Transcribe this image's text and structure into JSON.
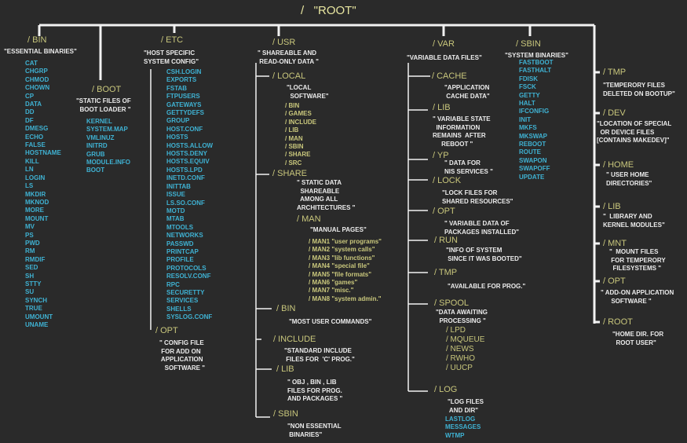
{
  "root": {
    "title": "/   \"ROOT\""
  },
  "bin": {
    "name": "/ BIN",
    "desc": "\"ESSENTIAL BINARIES\"",
    "items": [
      "CAT",
      "CHGRP",
      "CHMOD",
      "CHOWN",
      "CP",
      "DATA",
      "DD",
      "DF",
      "DMESG",
      "ECHO",
      "FALSE",
      "HOSTNAME",
      "KILL",
      "LN",
      "LOGIN",
      "LS",
      "MKDIR",
      "MKNOD",
      "MORE",
      "MOUNT",
      "MV",
      "PS",
      "PWD",
      "RM",
      "RMDIF",
      "SED",
      "SH",
      "STTY",
      "SU",
      "SYNCH",
      "TRUE",
      "UMOUNT",
      "UNAME"
    ]
  },
  "boot": {
    "name": "/ BOOT",
    "desc": "\"STATIC FILES OF\n  BOOT LOADER \"",
    "items": [
      "KERNEL",
      "SYSTEM.MAP",
      "VMLINUZ",
      "INITRD",
      "GRUB",
      "MODULE.INFO",
      "BOOT"
    ]
  },
  "etc": {
    "name": "/ ETC",
    "desc": "\"HOST SPECIFIC\nSYSTEM CONFIG\"",
    "items": [
      "CSH.LOGIN",
      "EXPORTS",
      "FSTAB",
      "FTPUSERS",
      "GATEWAYS",
      "GETTYDEFS",
      "GROUP",
      "HOST.CONF",
      "HOSTS",
      "HOSTS.ALLOW",
      "HOSTS.DENY",
      "HOSTS.EQUIV",
      "HOSTS.LPD",
      "INETD.CONF",
      "INITTAB",
      "ISSUE",
      "LS.SO.CONF",
      "MOTD",
      "MTAB",
      "MTOOLS",
      "NETWORKS",
      "PASSWD",
      "PRINTCAP",
      "PROFILE",
      "PROTOCOLS",
      "RESOLV.CONF",
      "RPC",
      "SECURETTY",
      "SERVICES",
      "SHELLS",
      "SYSLOG.CONF"
    ],
    "opt": {
      "name": "/ OPT",
      "desc": "\" CONFIG FILE\n FOR ADD ON\n APPLICATION\n   SOFTWARE \""
    }
  },
  "usr": {
    "name": "/ USR",
    "desc": "\" SHAREABLE AND\n READ-ONLY DATA \"",
    "local": {
      "name": "/ LOCAL",
      "desc": "\"LOCAL\n  SOFTWARE\"",
      "items": [
        "/ BIN",
        "/ GAMES",
        "/ INCLUDE",
        "/ LIB",
        "/ MAN",
        "/ SBIN",
        "/ SHARE",
        "/ SRC"
      ]
    },
    "share": {
      "name": "/ SHARE",
      "desc": "\" STATIC DATA\n  SHAREABLE\n  AMONG ALL\nARCHITECTURES \"",
      "man": {
        "name": "/ MAN",
        "desc": "\"MANUAL PAGES\"",
        "items": [
          "/ MAN1 \"user programs\"",
          "/ MAN2 \"system calls\"",
          "/ MAN3 \"lib functions\"",
          "/ MAN4 \"special file\"",
          "/ MAN5 \"file formats\"",
          "/ MAN6 \"games\"",
          "/ MAN7 \"misc.\"",
          "/ MAN8 \"system admin.\""
        ]
      }
    },
    "bin": {
      "name": "/ BIN",
      "desc": "\"MOST USER COMMANDS\""
    },
    "include": {
      "name": "/ INCLUDE",
      "desc": "\"STANDARD INCLUDE\n FILES FOR  'C' PROG.\""
    },
    "lib": {
      "name": "/ LIB",
      "desc": "\" OBJ , BIN , LIB\nFILES FOR PROG.\nAND PACKAGES \""
    },
    "sbin": {
      "name": "/ SBIN",
      "desc": "\"NON ESSENTIAL\n BINARIES\""
    }
  },
  "var": {
    "name": "/ VAR",
    "desc": "\"VARIABLE DATA FILES\"",
    "cache": {
      "name": "/ CACHE",
      "desc": "\"APPLICATION\n CACHE DATA\""
    },
    "lib": {
      "name": "/ LIB",
      "desc": "\" VARIABLE STATE\n  INFORMATION\nREMAINS  AFTER\n     REBOOT \""
    },
    "yp": {
      "name": "/ YP",
      "desc": "\" DATA FOR\nNIS SERVICES \""
    },
    "lock": {
      "name": "/ LOCK",
      "desc": "\"LOCK FILES FOR\nSHARED RESOURCES\""
    },
    "opt": {
      "name": "/ OPT",
      "desc": "\" VARIABLE DATA OF\nPACKAGES INSTALLED\""
    },
    "run": {
      "name": "/ RUN",
      "desc": "\"INFO OF SYSTEM\n SINCE IT WAS BOOTED\""
    },
    "tmp": {
      "name": "/ TMP",
      "desc": "\"AVAILABLE FOR PROG.\""
    },
    "spool": {
      "name": "/ SPOOL",
      "desc": "\"DATA AWAITING\n  PROCESSING \"",
      "items": [
        "/ LPD",
        "/ MQUEUE",
        "/ NEWS",
        "/ RWHO",
        "/ UUCP"
      ]
    },
    "log": {
      "name": "/ LOG",
      "desc": "\"LOG FILES\n AND DIR\"",
      "items": [
        "LASTLOG",
        "MESSAGES",
        "WTMP"
      ]
    }
  },
  "sbin": {
    "name": "/ SBIN",
    "desc": "\"SYSTEM BINARIES\"",
    "items": [
      "FASTBOOT",
      "FASTHALT",
      "FDISK",
      "FSCK",
      "GETTY",
      "HALT",
      "IFCONFIG",
      "INIT",
      "MKFS",
      "MKSWAP",
      "REBOOT",
      "ROUTE",
      "SWAPON",
      "SWAPOFF",
      "UPDATE"
    ]
  },
  "right": [
    {
      "name": "/ TMP",
      "desc": "\"TEMPERORY FILES\nDELETED ON BOOTUP\""
    },
    {
      "name": "/ DEV",
      "desc": "\"LOCATION OF SPECIAL\n  OR DEVICE FILES\n[CONTAINS MAKEDEV]\""
    },
    {
      "name": "/ HOME",
      "desc": "\" USER HOME\nDIRECTORIES\""
    },
    {
      "name": "/ LIB",
      "desc": "\"  LIBRARY AND\nKERNEL MODULES\""
    },
    {
      "name": "/ MNT",
      "desc": "\"  MOUNT FILES\n FOR TEMPERORY\n  FILESYSTEMS \""
    },
    {
      "name": "/ OPT",
      "desc": "\" ADD-ON APPLICATION\n      SOFTWARE \""
    },
    {
      "name": "/ ROOT",
      "desc": "\"HOME DIR. FOR\n  ROOT USER\""
    }
  ],
  "colors": {
    "background": "#2a2a2a",
    "directory": "#c9c77c",
    "file": "#3fb2d3",
    "description": "#ececec",
    "line": "#ffffff"
  }
}
